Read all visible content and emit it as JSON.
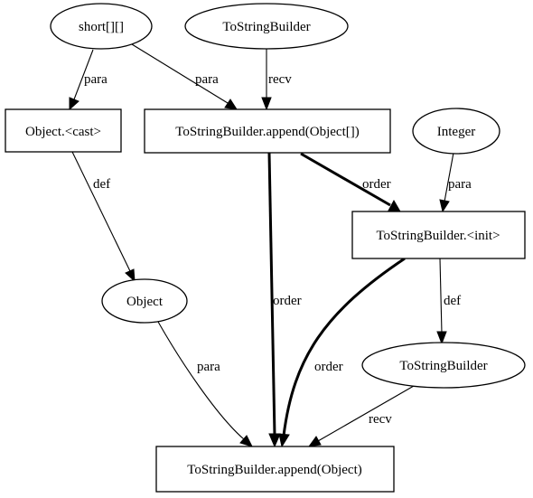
{
  "nodes": {
    "short_array": "short[][]",
    "tostringbuilder_top": "ToStringBuilder",
    "object_cast": "Object.<cast>",
    "append_object_array": "ToStringBuilder.append(Object[])",
    "integer": "Integer",
    "tostringbuilder_init": "ToStringBuilder.<init>",
    "object": "Object",
    "tostringbuilder_mid": "ToStringBuilder",
    "append_object": "ToStringBuilder.append(Object)"
  },
  "edges": {
    "short_to_cast": "para",
    "short_to_append_array": "para",
    "tsb_to_append_array": "recv",
    "cast_to_object": "def",
    "append_array_to_init": "order",
    "integer_to_init": "para",
    "append_array_to_append_object": "order",
    "init_to_tsb_mid": "def",
    "init_to_append_object": "order",
    "object_to_append_object": "para",
    "tsb_mid_to_append_object": "recv"
  }
}
